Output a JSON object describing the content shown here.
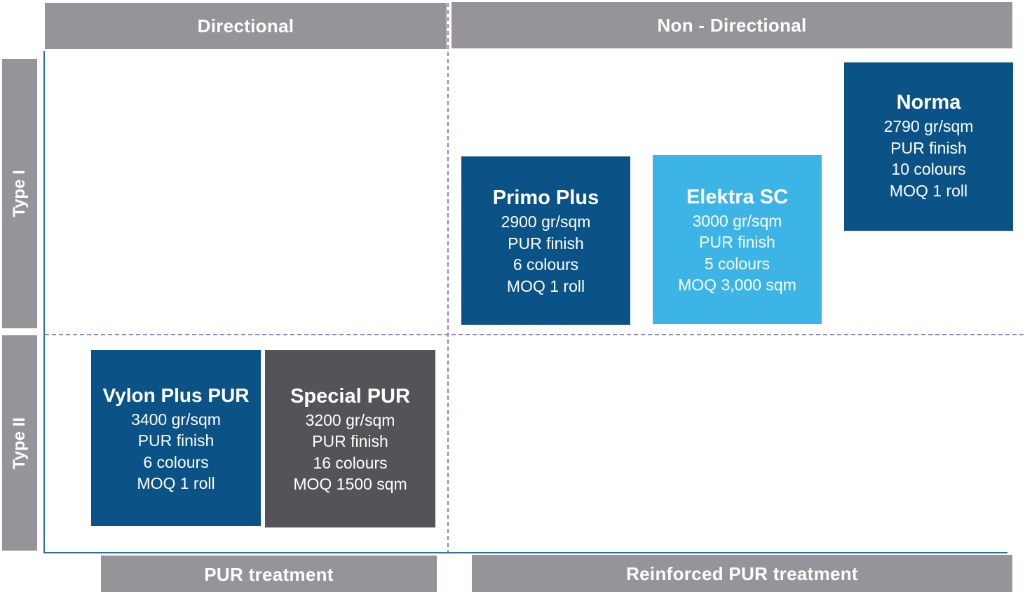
{
  "columns": {
    "left_label": "Directional",
    "right_label": "Non - Directional"
  },
  "rows": {
    "top_label": "Type I",
    "bottom_label": "Type II"
  },
  "treatments": {
    "left_label": "PUR treatment",
    "right_label": "Reinforced PUR treatment"
  },
  "colors": {
    "dark_blue": "#0b5286",
    "light_blue": "#3db4e6",
    "dark_grey": "#555357",
    "header_grey": "#969498"
  },
  "products": [
    {
      "name": "Primo Plus",
      "weight": "2900 gr/sqm",
      "finish": "PUR finish",
      "colours": "6 colours",
      "moq": "MOQ 1 roll"
    },
    {
      "name": "Elektra SC",
      "weight": "3000 gr/sqm",
      "finish": "PUR finish",
      "colours": "5 colours",
      "moq": "MOQ 3,000 sqm"
    },
    {
      "name": "Norma",
      "weight": "2790 gr/sqm",
      "finish": "PUR finish",
      "colours": "10 colours",
      "moq": "MOQ 1 roll"
    },
    {
      "name": "Vylon Plus PUR",
      "weight": "3400 gr/sqm",
      "finish": "PUR finish",
      "colours": "6 colours",
      "moq": "MOQ 1 roll"
    },
    {
      "name": "Special PUR",
      "weight": "3200 gr/sqm",
      "finish": "PUR finish",
      "colours": "16 colours",
      "moq": "MOQ 1500 sqm"
    }
  ]
}
